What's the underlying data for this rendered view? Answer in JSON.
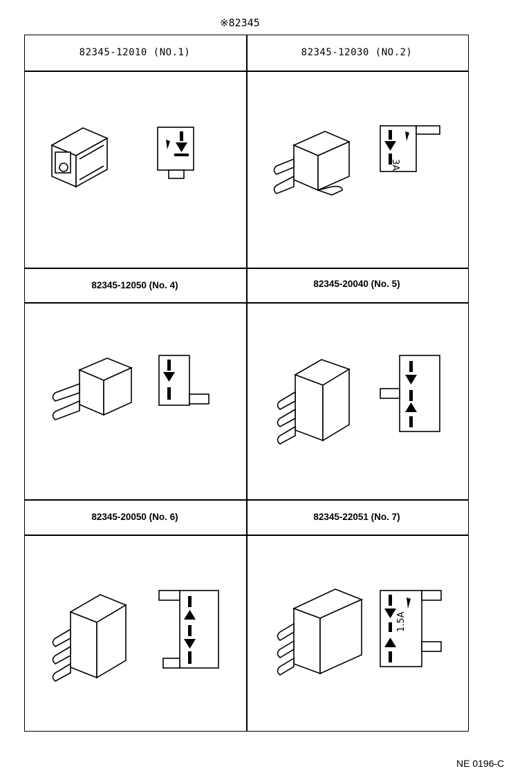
{
  "title": "※82345",
  "cells": [
    {
      "label": "82345-12010 (NO.1)"
    },
    {
      "label": "82345-12030 (NO.2)",
      "rating": "3A"
    },
    {
      "label": "82345-12050 (No. 4)"
    },
    {
      "label": "82345-20040 (No. 5)"
    },
    {
      "label": "82345-20050 (No. 6)"
    },
    {
      "label": "82345-22051 (No. 7)",
      "rating": "1.5A"
    }
  ],
  "drawing_code": "NE 0196-C"
}
